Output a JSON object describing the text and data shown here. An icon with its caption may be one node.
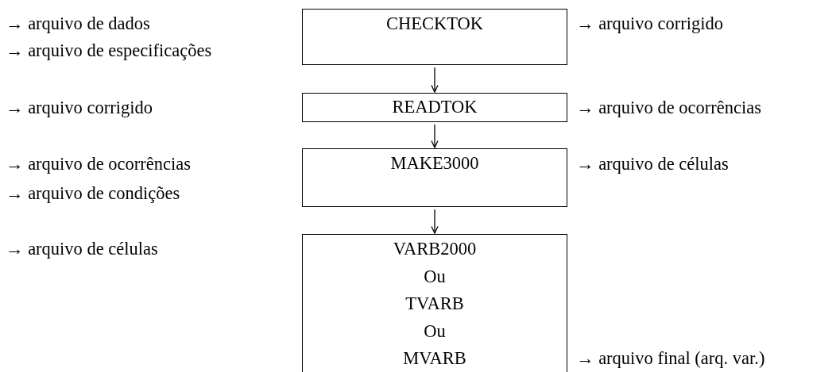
{
  "diagram": {
    "nodes": [
      {
        "text": [
          "CHECKTOK"
        ]
      },
      {
        "text": [
          "READTOK"
        ]
      },
      {
        "text": [
          "MAKE3000"
        ]
      },
      {
        "text": [
          "VARB2000",
          "Ou",
          "TVARB",
          "Ou",
          "MVARB"
        ]
      }
    ],
    "edges": [
      {
        "from": 0,
        "to": 1,
        "arrow": "to"
      },
      {
        "from": 1,
        "to": 2,
        "arrow": "to"
      },
      {
        "from": 2,
        "to": 3,
        "arrow": "to"
      }
    ],
    "labels": [
      "→ arquivo de dados",
      "→ arquivo corrigido",
      "→ arquivo de especificações",
      "→ arquivo corrigido",
      "→ arquivo de ocorrências",
      "→ arquivo de ocorrências",
      "→ arquivo de células",
      "→ arquivo de condições",
      "→ arquivo de células",
      "→ arquivo final (arq. var.)"
    ]
  }
}
